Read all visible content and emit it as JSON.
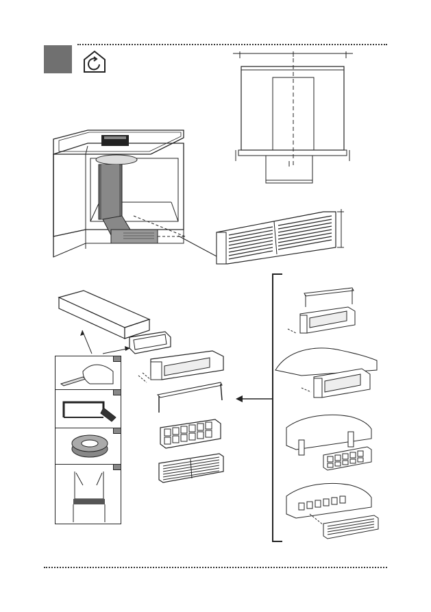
{
  "page": {
    "step_badge_color": "#707070",
    "line_color": "#222222"
  },
  "icons": {
    "home_refresh": "home-recirculation-icon"
  },
  "figures": {
    "main_cabinet": "cabinet-hob-with-duct",
    "plinth_grille_zoom": "plinth-grille-detail",
    "dimension_diagram": "plinth-dimension-diagram",
    "parts": [
      "flat-duct",
      "duct-connector",
      "duct-adapter-box",
      "mounting-frame",
      "filter-cassette",
      "plinth-grille"
    ],
    "tools": [
      "cutter-knife",
      "hacksaw",
      "sealing-tape",
      "taped-duct-joint"
    ],
    "assembly_steps": [
      "frame-placement",
      "adapter-in-plinth",
      "filter-in-plinth",
      "grille-on-plinth"
    ]
  }
}
